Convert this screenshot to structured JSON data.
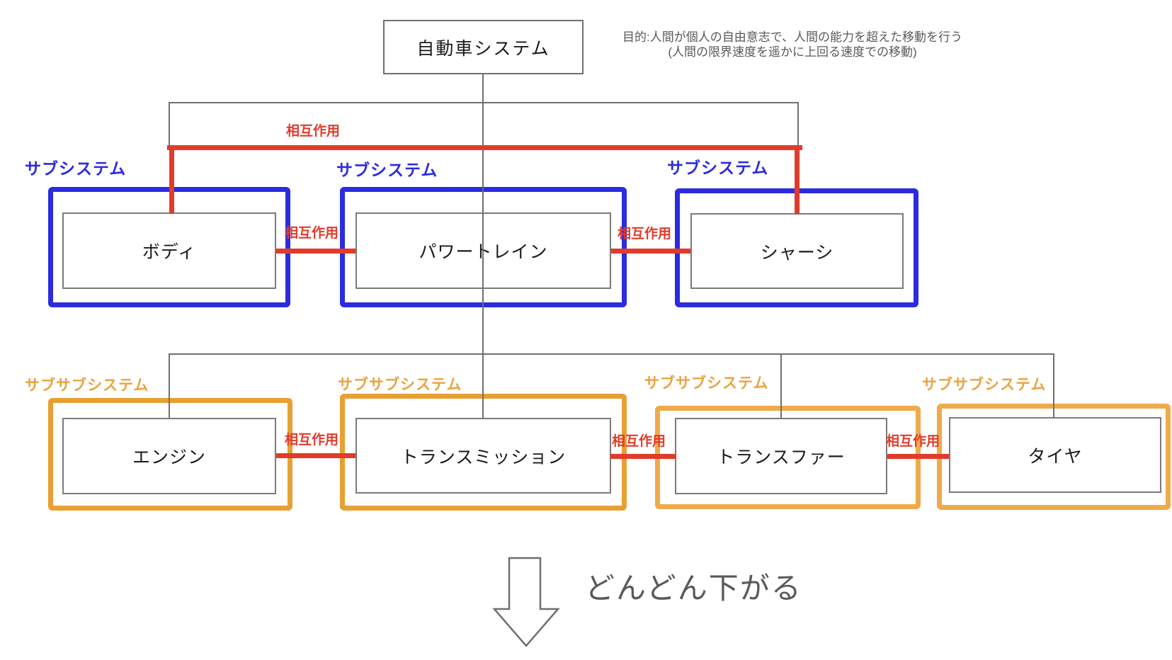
{
  "diagram": {
    "root": {
      "name": "自動車システム",
      "purpose_line1": "目的:人間が個人の自由意志で、人間の能力を超えた移動を行う",
      "purpose_line2": "(人間の限界速度を遥かに上回る速度での移動)"
    },
    "labels": {
      "interaction": "相互作用",
      "subsystem": "サブシステム",
      "subsubsystem": "サブサブシステム"
    },
    "subsystems": [
      {
        "name": "ボディ"
      },
      {
        "name": "パワートレイン"
      },
      {
        "name": "シャーシ"
      }
    ],
    "subsubsystems": [
      {
        "name": "エンジン"
      },
      {
        "name": "トランスミッション"
      },
      {
        "name": "トランスファー"
      },
      {
        "name": "タイヤ"
      }
    ],
    "footer": {
      "caption": "どんどん下がる"
    },
    "colors": {
      "subsystem_blue": "#2B2BE0",
      "interaction_red": "#E23B2A",
      "subsubsystem_orange": "#E8A033",
      "subsubsystem_orange_light": "#EFAA4A",
      "line_gray": "#707070",
      "text_gray": "#595959"
    }
  }
}
